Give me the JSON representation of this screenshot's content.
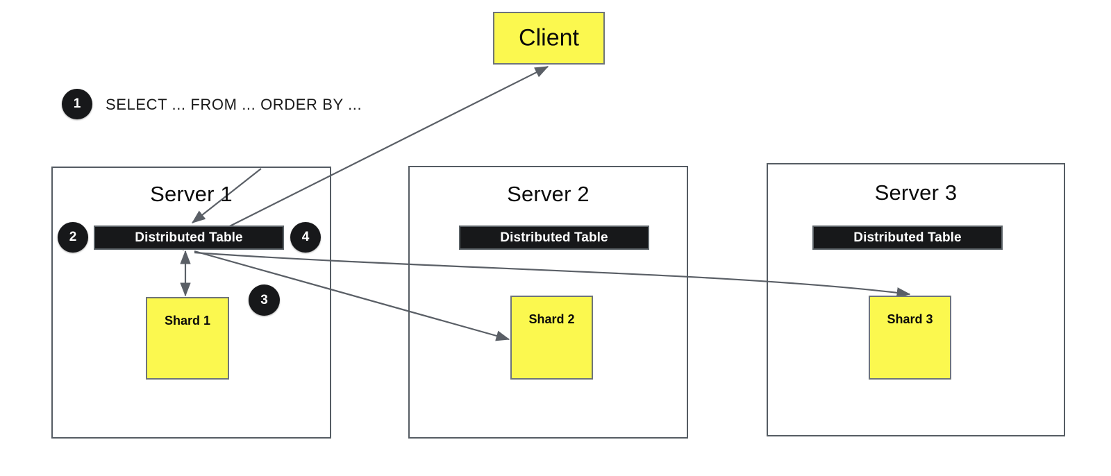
{
  "diagram": {
    "title": "Distributed table query fan-out across shards",
    "colors": {
      "shard_fill": "#fbf84f",
      "client_fill": "#fbf84f",
      "dist_table_fill": "#17181a",
      "badge_fill": "#17181a",
      "box_border": "#555c63",
      "arrow_stroke": "#5a5f66",
      "background": "#ffffff"
    },
    "client": {
      "label": "Client"
    },
    "steps": [
      {
        "number": "1",
        "caption": "SELECT ... FROM ... ORDER BY ..."
      },
      {
        "number": "2",
        "caption": ""
      },
      {
        "number": "3",
        "caption": ""
      },
      {
        "number": "4",
        "caption": ""
      }
    ],
    "servers": [
      {
        "title": "Server 1",
        "distributed_table": "Distributed Table",
        "shard": "Shard 1"
      },
      {
        "title": "Server 2",
        "distributed_table": "Distributed Table",
        "shard": "Shard 2"
      },
      {
        "title": "Server 3",
        "distributed_table": "Distributed Table",
        "shard": "Shard 3"
      }
    ],
    "connections": [
      {
        "name": "dist-table-1-to-client",
        "from": "Server 1 Distributed Table",
        "to": "Client",
        "arrow": "single"
      },
      {
        "name": "client-to-dist-table-1",
        "from": "Client",
        "to": "Server 1 Distributed Table",
        "arrow": "single"
      },
      {
        "name": "dist-table-1-to-shard-1",
        "from": "Server 1 Distributed Table",
        "to": "Shard 1",
        "arrow": "double"
      },
      {
        "name": "dist-table-1-to-shard-2",
        "from": "Server 1 Distributed Table",
        "to": "Shard 2",
        "arrow": "single"
      },
      {
        "name": "dist-table-1-to-shard-3",
        "from": "Server 1 Distributed Table",
        "to": "Shard 3",
        "arrow": "single"
      }
    ]
  }
}
